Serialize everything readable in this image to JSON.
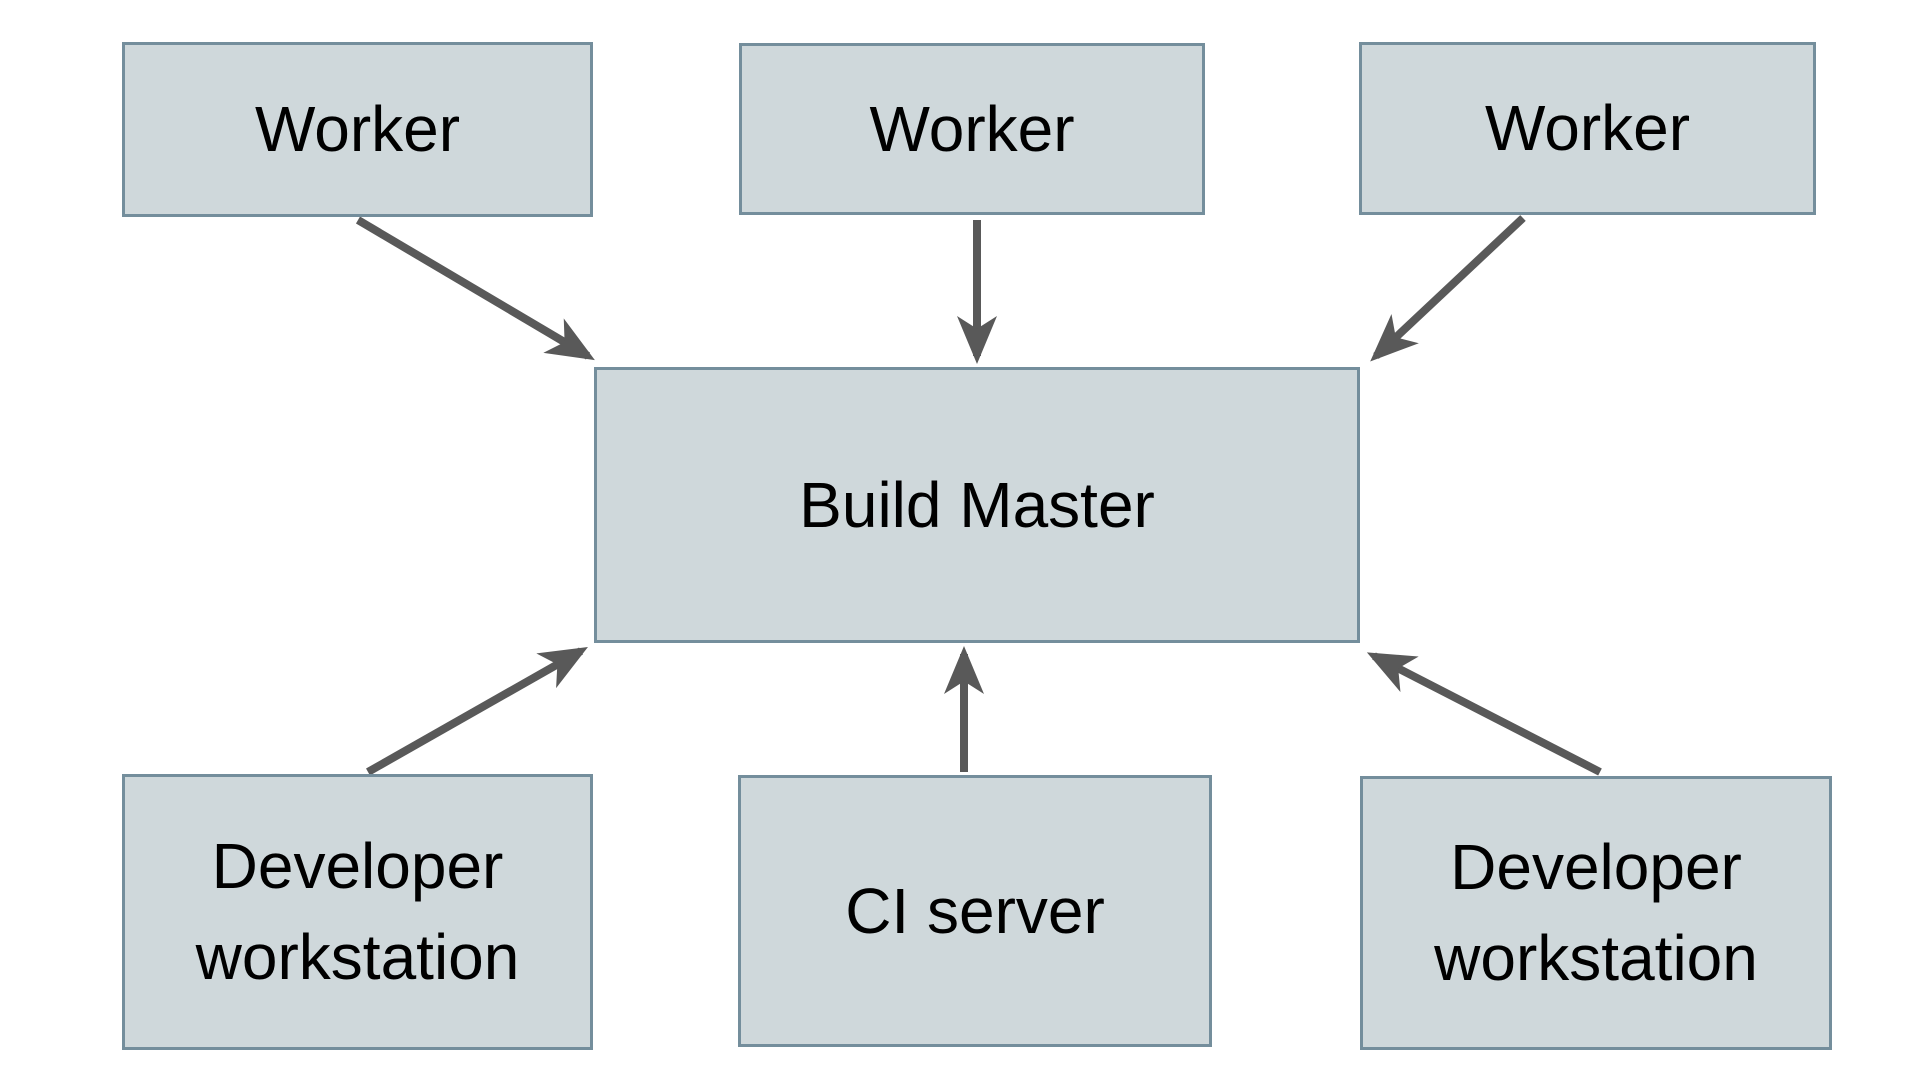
{
  "diagram": {
    "nodes": {
      "worker_1": {
        "label": "Worker"
      },
      "worker_2": {
        "label": "Worker"
      },
      "worker_3": {
        "label": "Worker"
      },
      "build_master": {
        "label": "Build Master"
      },
      "dev_workstation_1": {
        "label": "Developer workstation"
      },
      "ci_server": {
        "label": "CI server"
      },
      "dev_workstation_2": {
        "label": "Developer workstation"
      }
    },
    "edges": [
      {
        "from": "worker_1",
        "to": "build_master"
      },
      {
        "from": "worker_2",
        "to": "build_master"
      },
      {
        "from": "worker_3",
        "to": "build_master"
      },
      {
        "from": "dev_workstation_1",
        "to": "build_master"
      },
      {
        "from": "ci_server",
        "to": "build_master"
      },
      {
        "from": "dev_workstation_2",
        "to": "build_master"
      }
    ],
    "colors": {
      "background": "#ffffff",
      "node_fill": "#cfd8db",
      "node_border": "#748e9c",
      "arrow": "#595959",
      "text": "#000000"
    }
  }
}
